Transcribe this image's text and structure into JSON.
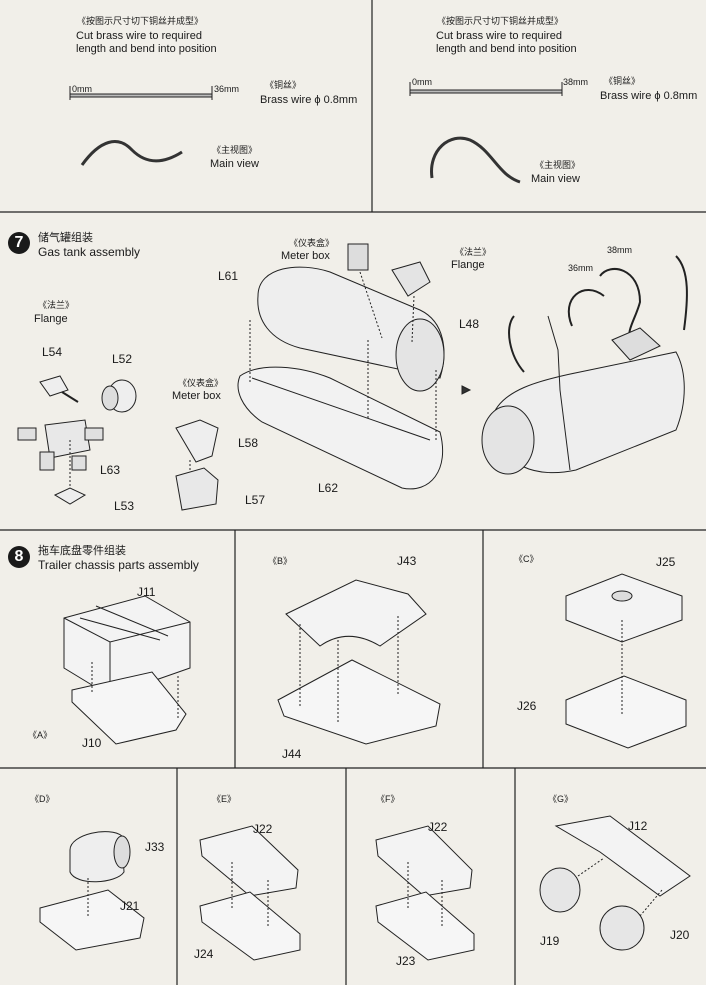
{
  "top_left": {
    "cn": "《按图示尺寸切下铜丝并成型》",
    "en1": "Cut brass wire to required",
    "en2": "length and bend into position",
    "start": "0mm",
    "end": "36mm",
    "wire_cn": "《铜丝》",
    "wire_en": "Brass wire ϕ 0.8mm",
    "view_cn": "《主视图》",
    "view_en": "Main view"
  },
  "top_right": {
    "cn": "《按图示尺寸切下铜丝并成型》",
    "en1": "Cut brass wire to required",
    "en2": "length and bend into position",
    "start": "0mm",
    "end": "38mm",
    "wire_cn": "《铜丝》",
    "wire_en": "Brass wire ϕ 0.8mm",
    "view_cn": "《主视图》",
    "view_en": "Main view"
  },
  "step7": {
    "num": "7",
    "title_cn": "储气罐组装",
    "title_en": "Gas tank assembly",
    "meter_cn": "《仪表盒》",
    "meter_en": "Meter box",
    "flange_cn": "《法兰》",
    "flange_en": "Flange",
    "parts": [
      "L61",
      "L54",
      "L52",
      "L63",
      "L53",
      "L58",
      "L57",
      "L62",
      "L48"
    ],
    "len36": "36mm",
    "len38": "38mm"
  },
  "step8": {
    "num": "8",
    "title_cn": "拖车底盘零件组装",
    "title_en": "Trailer chassis parts assembly",
    "panels": [
      {
        "label": "《A》",
        "parts": [
          "J11",
          "J10"
        ]
      },
      {
        "label": "《B》",
        "parts": [
          "J43",
          "J44"
        ]
      },
      {
        "label": "《C》",
        "parts": [
          "J25",
          "J26"
        ]
      },
      {
        "label": "《D》",
        "parts": [
          "J33",
          "J21"
        ]
      },
      {
        "label": "《E》",
        "parts": [
          "J22",
          "J24"
        ]
      },
      {
        "label": "《F》",
        "parts": [
          "J22",
          "J23"
        ]
      },
      {
        "label": "《G》",
        "parts": [
          "J12",
          "J19",
          "J20"
        ]
      }
    ]
  }
}
